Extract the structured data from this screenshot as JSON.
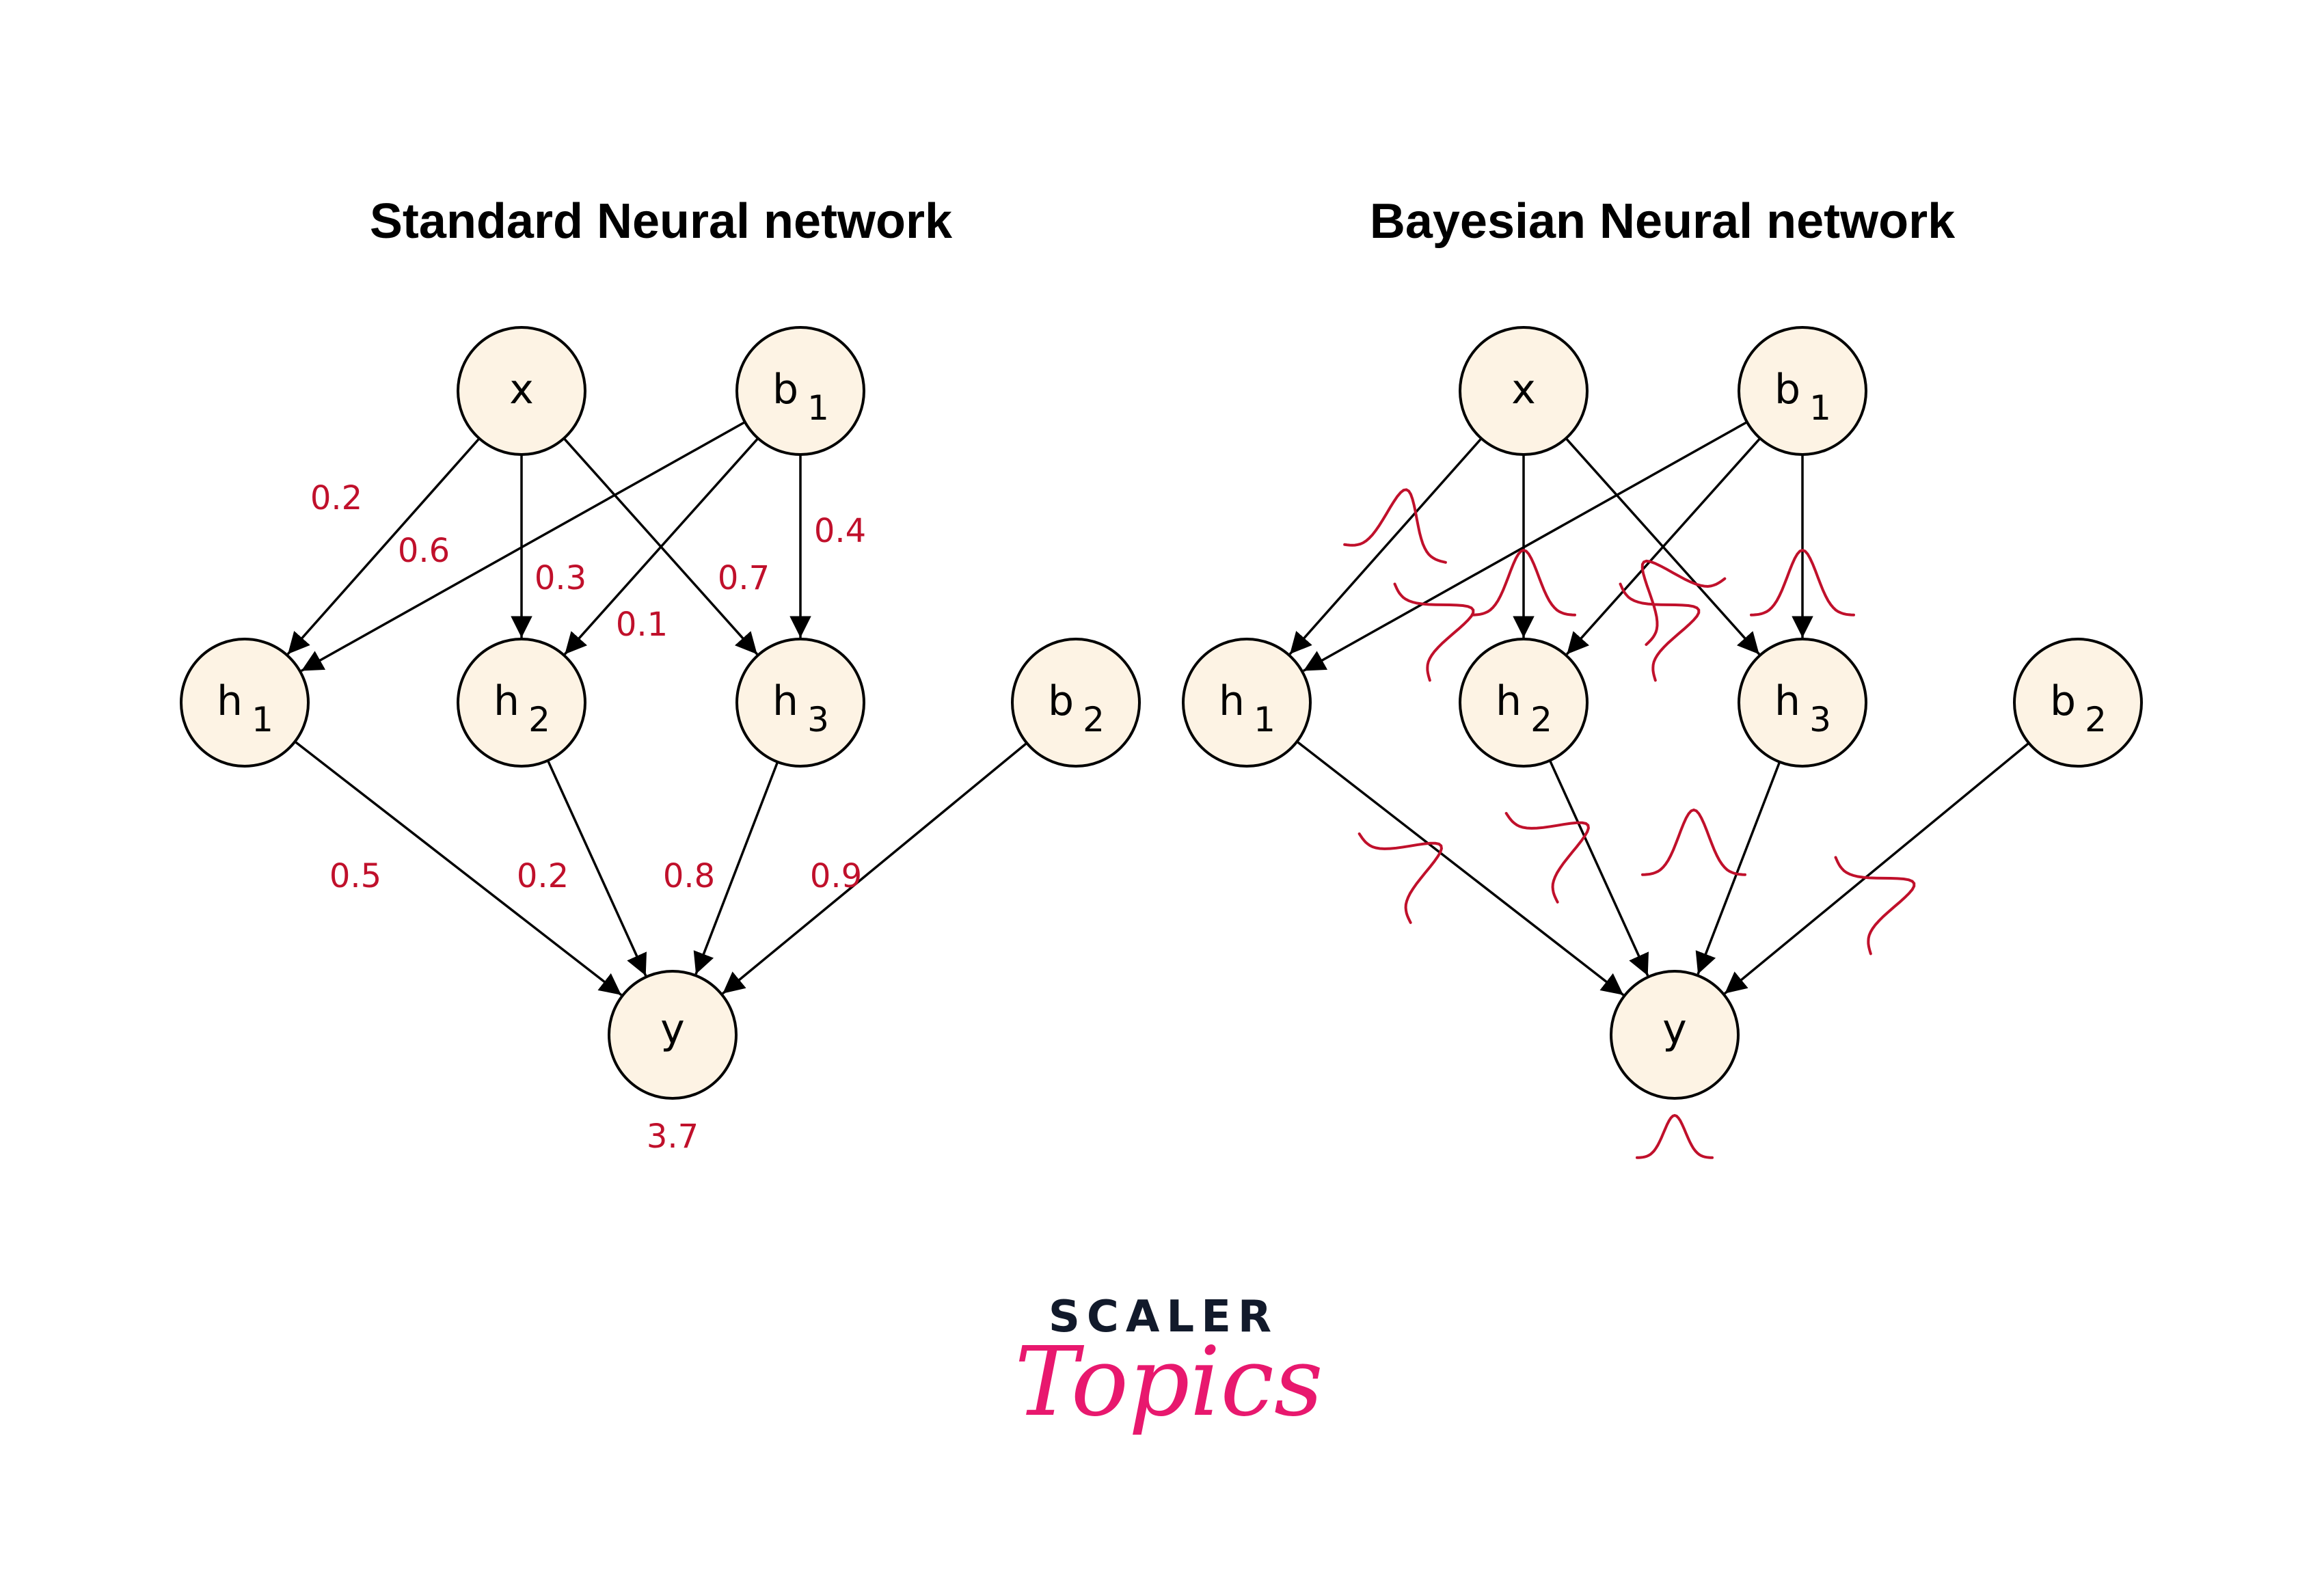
{
  "colors": {
    "node_fill": "#fdf3e4",
    "node_stroke": "#000000",
    "weight_text": "#c0102b",
    "distribution_curve": "#c0102b",
    "logo_scaler": "#121a2b",
    "logo_topics": "#e8186e"
  },
  "standard_network": {
    "title": "Standard Neural network",
    "nodes": [
      {
        "id": "x",
        "label": "x",
        "sub": ""
      },
      {
        "id": "b1",
        "label": "b",
        "sub": "1"
      },
      {
        "id": "h1",
        "label": "h",
        "sub": "1"
      },
      {
        "id": "h2",
        "label": "h",
        "sub": "2"
      },
      {
        "id": "h3",
        "label": "h",
        "sub": "3"
      },
      {
        "id": "b2",
        "label": "b",
        "sub": "2"
      },
      {
        "id": "y",
        "label": "y",
        "sub": ""
      }
    ],
    "edges": [
      {
        "from": "x",
        "to": "h1",
        "weight": "0.2"
      },
      {
        "from": "b1",
        "to": "h1",
        "weight": "0.6"
      },
      {
        "from": "x",
        "to": "h2",
        "weight": "0.3"
      },
      {
        "from": "b1",
        "to": "h2",
        "weight": "0.1"
      },
      {
        "from": "x",
        "to": "h3",
        "weight": "0.7"
      },
      {
        "from": "b1",
        "to": "h3",
        "weight": "0.4"
      },
      {
        "from": "h1",
        "to": "y",
        "weight": "0.5"
      },
      {
        "from": "h2",
        "to": "y",
        "weight": "0.2"
      },
      {
        "from": "h3",
        "to": "y",
        "weight": "0.8"
      },
      {
        "from": "b2",
        "to": "y",
        "weight": "0.9"
      }
    ],
    "output_value": "3.7"
  },
  "bayesian_network": {
    "title": "Bayesian Neural network",
    "nodes": [
      {
        "id": "x",
        "label": "x",
        "sub": ""
      },
      {
        "id": "b1",
        "label": "b",
        "sub": "1"
      },
      {
        "id": "h1",
        "label": "h",
        "sub": "1"
      },
      {
        "id": "h2",
        "label": "h",
        "sub": "2"
      },
      {
        "id": "h3",
        "label": "h",
        "sub": "3"
      },
      {
        "id": "b2",
        "label": "b",
        "sub": "2"
      },
      {
        "id": "y",
        "label": "y",
        "sub": ""
      }
    ],
    "edges": [
      {
        "from": "x",
        "to": "h1",
        "weight": "distribution"
      },
      {
        "from": "b1",
        "to": "h1",
        "weight": "distribution"
      },
      {
        "from": "x",
        "to": "h2",
        "weight": "distribution"
      },
      {
        "from": "b1",
        "to": "h2",
        "weight": "distribution"
      },
      {
        "from": "x",
        "to": "h3",
        "weight": "distribution"
      },
      {
        "from": "b1",
        "to": "h3",
        "weight": "distribution"
      },
      {
        "from": "h1",
        "to": "y",
        "weight": "distribution"
      },
      {
        "from": "h2",
        "to": "y",
        "weight": "distribution"
      },
      {
        "from": "h3",
        "to": "y",
        "weight": "distribution"
      },
      {
        "from": "b2",
        "to": "y",
        "weight": "distribution"
      }
    ],
    "output_value": "distribution"
  },
  "logo": {
    "line1": "SCALER",
    "line2": "Topics"
  }
}
